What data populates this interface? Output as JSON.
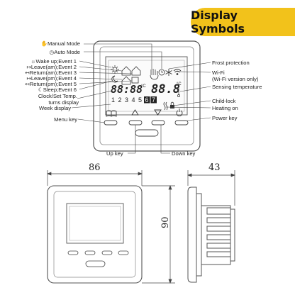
{
  "header": {
    "title": "Display Symbols"
  },
  "left_labels": {
    "manual_mode": "Manual Mode",
    "auto_mode": "Auto Mode",
    "events": [
      "Wake up;Event 1",
      "Leave(am);Event 2",
      "Return(am);Event 3",
      "Leave(pm);Event 4",
      "Return(pm);Event 5",
      "Sleep;Event 6"
    ],
    "clock_set_line1": "Clock/Set Temp.",
    "clock_set_line2": "turns display",
    "week_display": "Week display",
    "menu_key": "Menu key",
    "up_key": "Up key",
    "down_key": "Down key"
  },
  "right_labels": {
    "frost_protection": "Frost protection",
    "wifi_line1": "Wi-Fi",
    "wifi_line2": "(Wi-Fi version only)",
    "sensing_temperature": "Sensing temperature",
    "child_lock": "Child-lock",
    "heating_on": "Heating on",
    "power_key": "Power key"
  },
  "lcd": {
    "clock_digits": "88:88",
    "temp_digits": "88.8",
    "unit": "°C",
    "week_days": [
      "1",
      "2",
      "3",
      "4",
      "5",
      "6",
      "7"
    ],
    "active_days": [
      "6",
      "7"
    ]
  },
  "dimensions": {
    "width": "86",
    "height": "90",
    "depth": "43"
  },
  "icons": {
    "manual": "hand-icon",
    "auto": "clock-icon",
    "wake": "sun-icon",
    "sleep": "moon-icon",
    "frost": "snowflake-icon",
    "wifi": "wifi-icon",
    "menu": "book-icon",
    "power": "power-icon",
    "lock": "lock-icon",
    "heat": "heat-wave-icon"
  }
}
